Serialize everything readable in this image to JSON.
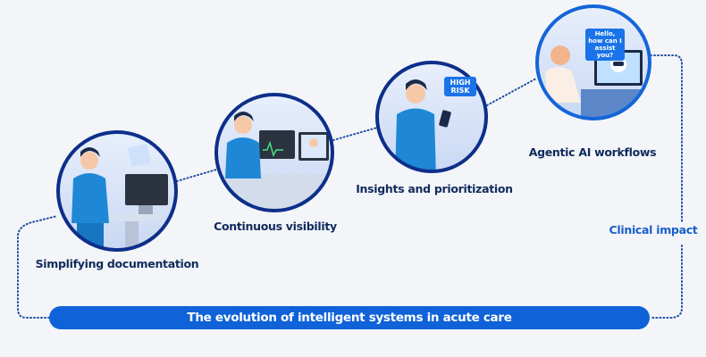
{
  "diagram": {
    "banner": "The evolution of intelligent systems in acute care",
    "side_label": "Clinical impact",
    "stages": [
      {
        "label": "Simplifying documentation",
        "icon": "nurse-at-computer-icon"
      },
      {
        "label": "Continuous visibility",
        "icon": "nurse-with-monitors-icon"
      },
      {
        "label": "Insights and prioritization",
        "icon": "nurse-with-phone-icon",
        "bubble": "HIGH RISK"
      },
      {
        "label": "Agentic AI workflows",
        "icon": "patient-with-ai-robot-icon",
        "bubble": "Hello, how can I assist you?"
      }
    ],
    "colors": {
      "accent": "#0f62d8",
      "circle_border": "#0d2f8a",
      "text": "#102a5c",
      "background": "#f3f5f8"
    }
  }
}
